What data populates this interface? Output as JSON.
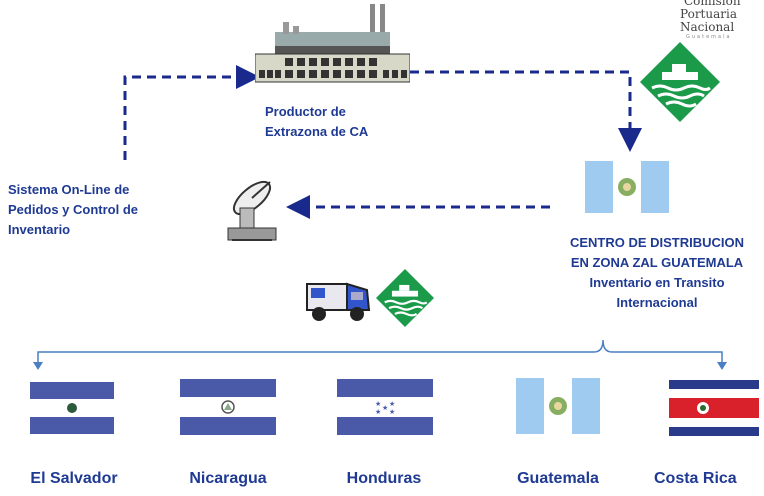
{
  "nodes": {
    "producer": "Productor de\nExtrazona de CA",
    "system": "Sistema On-Line de\nPedidos y Control de\nInventario",
    "center": "CENTRO DE DISTRIBUCION\nEN ZONA ZAL GUATEMALA\nInventario en Transito\nInternacional"
  },
  "logo": {
    "line1": "Comisión",
    "line2": "Portuaria",
    "line3": "Nacional",
    "line4": "Guatemala"
  },
  "countries": [
    {
      "name": "El Salvador"
    },
    {
      "name": "Nicaragua"
    },
    {
      "name": "Honduras"
    },
    {
      "name": "Guatemala"
    },
    {
      "name": "Costa Rica"
    }
  ],
  "colors": {
    "navy": "#1f3a93",
    "arrow": "#1a2a8c",
    "green": "#1b9a4a",
    "bracket": "#4a7fc1"
  }
}
